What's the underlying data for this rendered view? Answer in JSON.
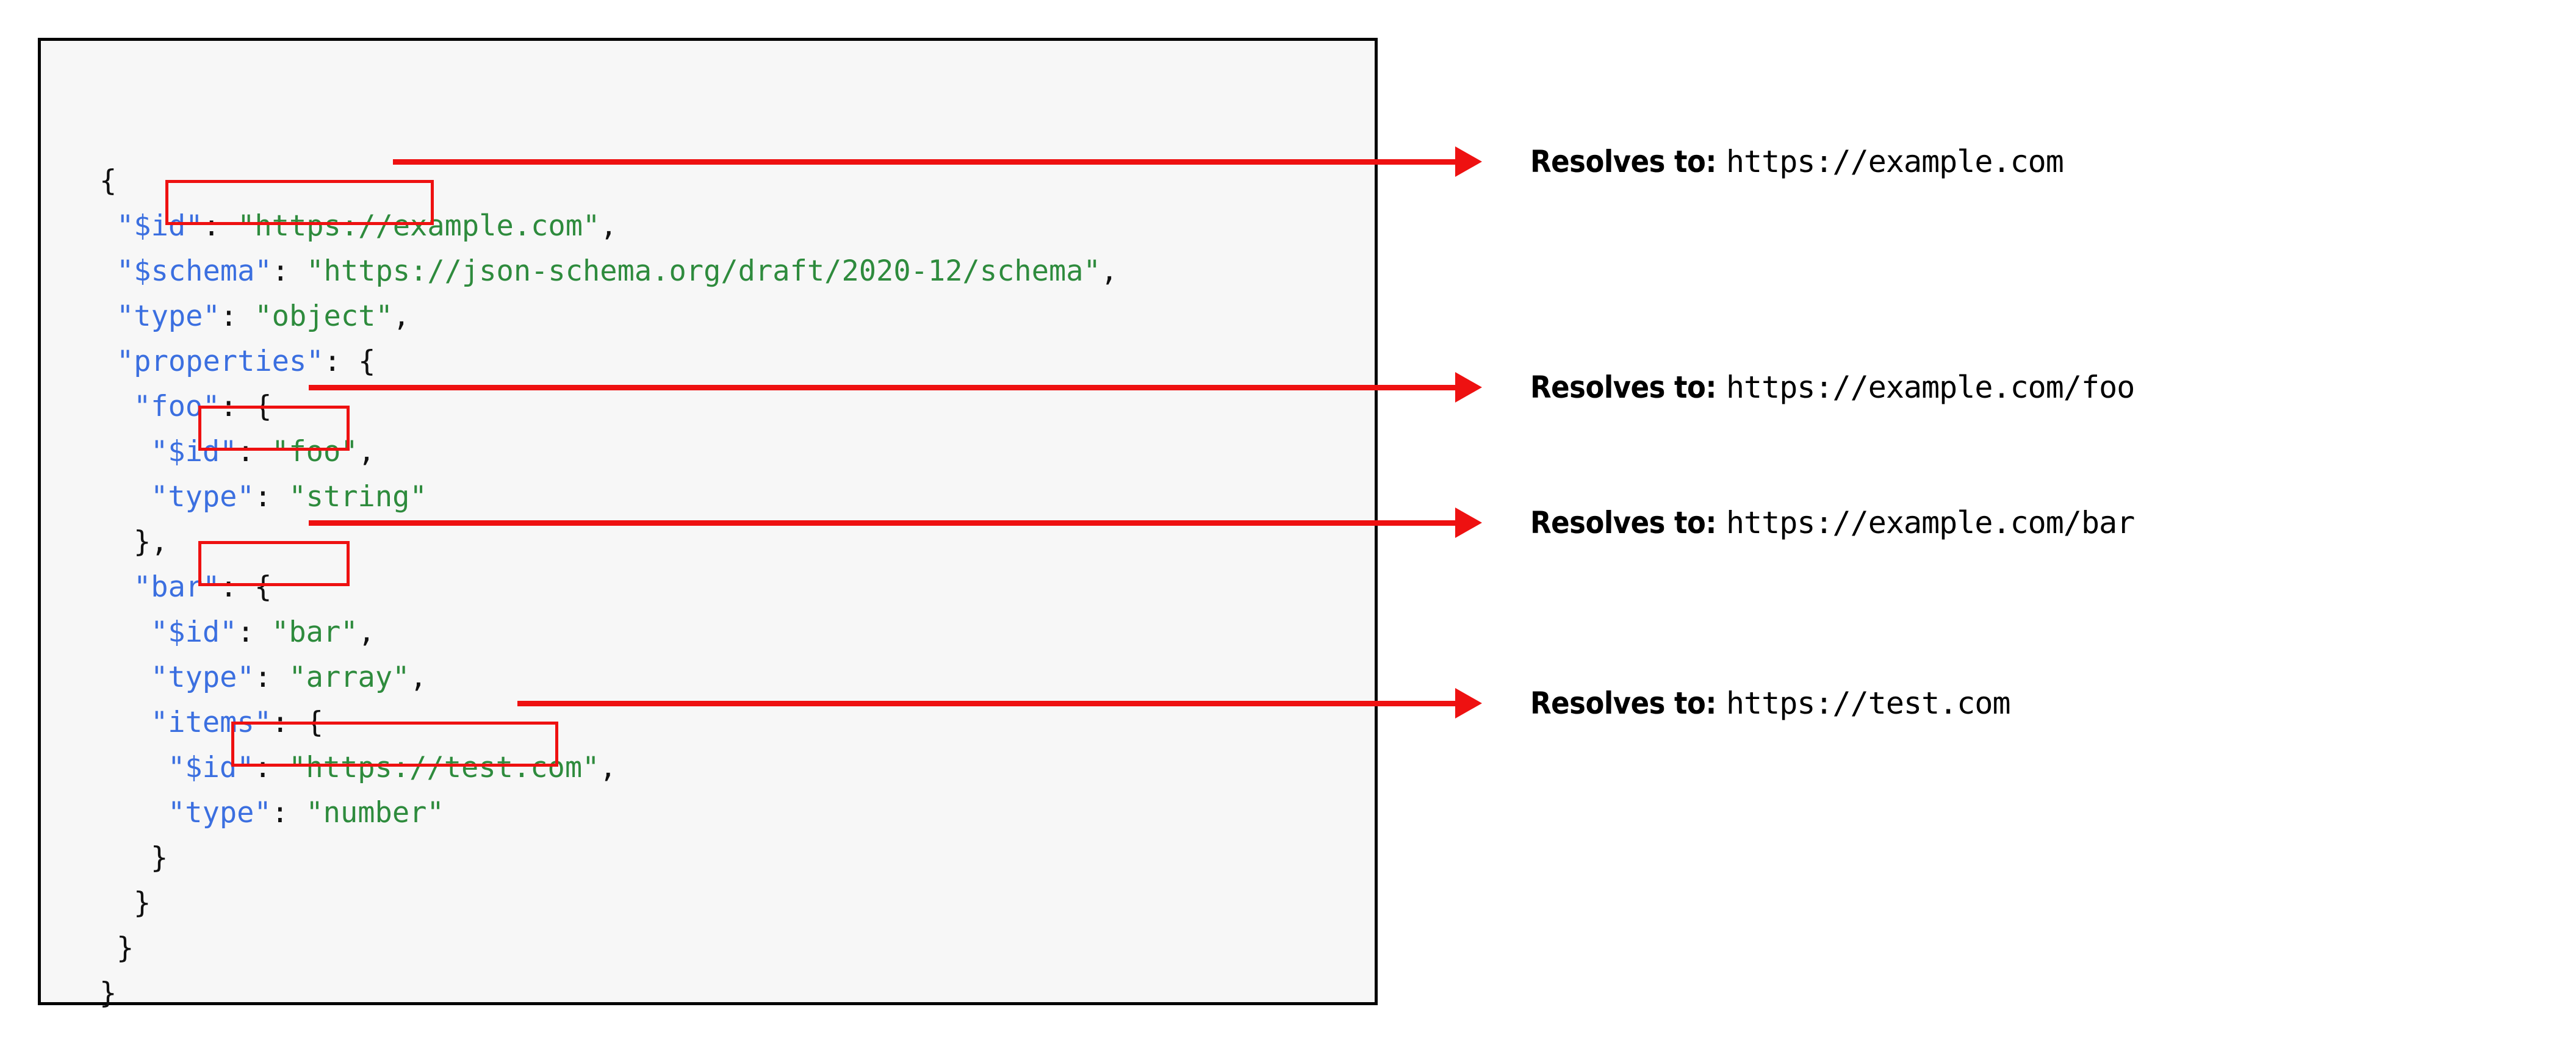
{
  "code_panel": {
    "language": "json",
    "lines": [
      {
        "indent": 0,
        "tokens": [
          {
            "t": "p",
            "v": "{"
          }
        ]
      },
      {
        "indent": 1,
        "tokens": [
          {
            "t": "k",
            "v": "\"$id\""
          },
          {
            "t": "p",
            "v": ": "
          },
          {
            "t": "s",
            "v": "\"https://example.com\""
          },
          {
            "t": "p",
            "v": ","
          }
        ]
      },
      {
        "indent": 1,
        "tokens": [
          {
            "t": "k",
            "v": "\"$schema\""
          },
          {
            "t": "p",
            "v": ": "
          },
          {
            "t": "s",
            "v": "\"https://json-schema.org/draft/2020-12/schema\""
          },
          {
            "t": "p",
            "v": ","
          }
        ]
      },
      {
        "indent": 1,
        "tokens": [
          {
            "t": "k",
            "v": "\"type\""
          },
          {
            "t": "p",
            "v": ": "
          },
          {
            "t": "s",
            "v": "\"object\""
          },
          {
            "t": "p",
            "v": ","
          }
        ]
      },
      {
        "indent": 1,
        "tokens": [
          {
            "t": "k",
            "v": "\"properties\""
          },
          {
            "t": "p",
            "v": ": {"
          }
        ]
      },
      {
        "indent": 2,
        "tokens": [
          {
            "t": "k",
            "v": "\"foo\""
          },
          {
            "t": "p",
            "v": ": {"
          }
        ]
      },
      {
        "indent": 3,
        "tokens": [
          {
            "t": "k",
            "v": "\"$id\""
          },
          {
            "t": "p",
            "v": ": "
          },
          {
            "t": "s",
            "v": "\"foo\""
          },
          {
            "t": "p",
            "v": ","
          }
        ]
      },
      {
        "indent": 3,
        "tokens": [
          {
            "t": "k",
            "v": "\"type\""
          },
          {
            "t": "p",
            "v": ": "
          },
          {
            "t": "s",
            "v": "\"string\""
          }
        ]
      },
      {
        "indent": 2,
        "tokens": [
          {
            "t": "p",
            "v": "},"
          }
        ]
      },
      {
        "indent": 2,
        "tokens": [
          {
            "t": "k",
            "v": "\"bar\""
          },
          {
            "t": "p",
            "v": ": {"
          }
        ]
      },
      {
        "indent": 3,
        "tokens": [
          {
            "t": "k",
            "v": "\"$id\""
          },
          {
            "t": "p",
            "v": ": "
          },
          {
            "t": "s",
            "v": "\"bar\""
          },
          {
            "t": "p",
            "v": ","
          }
        ]
      },
      {
        "indent": 3,
        "tokens": [
          {
            "t": "k",
            "v": "\"type\""
          },
          {
            "t": "p",
            "v": ": "
          },
          {
            "t": "s",
            "v": "\"array\""
          },
          {
            "t": "p",
            "v": ","
          }
        ]
      },
      {
        "indent": 3,
        "tokens": [
          {
            "t": "k",
            "v": "\"items\""
          },
          {
            "t": "p",
            "v": ": {"
          }
        ]
      },
      {
        "indent": 4,
        "tokens": [
          {
            "t": "k",
            "v": "\"$id\""
          },
          {
            "t": "p",
            "v": ": "
          },
          {
            "t": "s",
            "v": "\"https://test.com\""
          },
          {
            "t": "p",
            "v": ","
          }
        ]
      },
      {
        "indent": 4,
        "tokens": [
          {
            "t": "k",
            "v": "\"type\""
          },
          {
            "t": "p",
            "v": ": "
          },
          {
            "t": "s",
            "v": "\"number\""
          }
        ]
      },
      {
        "indent": 3,
        "tokens": [
          {
            "t": "p",
            "v": "}"
          }
        ]
      },
      {
        "indent": 2,
        "tokens": [
          {
            "t": "p",
            "v": "}"
          }
        ]
      },
      {
        "indent": 1,
        "tokens": [
          {
            "t": "p",
            "v": "}"
          }
        ]
      },
      {
        "indent": 0,
        "tokens": [
          {
            "t": "p",
            "v": "}"
          }
        ]
      }
    ]
  },
  "highlights": [
    {
      "id": "hl-root",
      "target_line": "\"$id\": \"https://example.com\""
    },
    {
      "id": "hl-foo",
      "target_line": "\"$id\": \"foo\""
    },
    {
      "id": "hl-bar",
      "target_line": "\"$id\": \"bar\""
    },
    {
      "id": "hl-items",
      "target_line": "\"$id\": \"https://test.com\""
    }
  ],
  "annotations": [
    {
      "label": "Resolves to:",
      "url": "https://example.com"
    },
    {
      "label": "Resolves to:",
      "url": "https://example.com/foo"
    },
    {
      "label": "Resolves to:",
      "url": "https://example.com/bar"
    },
    {
      "label": "Resolves to:",
      "url": "https://test.com"
    }
  ],
  "colors": {
    "key": "#3b6fe0",
    "string": "#2e8b3d",
    "punctuation": "#111111",
    "highlight": "#ee1111",
    "arrow": "#ee1111",
    "panel_background": "#f7f7f7",
    "panel_border": "#050505",
    "page_background": "#ffffff"
  }
}
